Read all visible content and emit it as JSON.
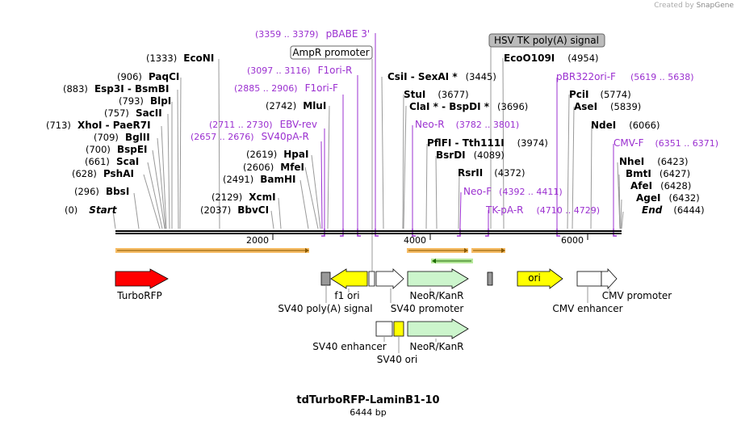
{
  "credit": {
    "prefix": "Created by",
    "brand": "SnapGene"
  },
  "plasmid": {
    "name": "tdTurboRFP-LaminB1-10",
    "length": "6444 bp"
  },
  "ruler_ticks": [
    "2000",
    "4000",
    "6000"
  ],
  "enzymes": [
    {
      "name": "Start",
      "pos": "(0)"
    },
    {
      "name": "BbsI",
      "pos": "(296)"
    },
    {
      "name": "PshAI",
      "pos": "(628)"
    },
    {
      "name": "ScaI",
      "pos": "(661)"
    },
    {
      "name": "BspEI",
      "pos": "(700)"
    },
    {
      "name": "BglII",
      "pos": "(709)"
    },
    {
      "name": "XhoI - PaeR7I",
      "pos": "(713)"
    },
    {
      "name": "SacII",
      "pos": "(757)"
    },
    {
      "name": "BlpI",
      "pos": "(793)"
    },
    {
      "name": "Esp3I - BsmBI",
      "pos": "(883)"
    },
    {
      "name": "PaqCI",
      "pos": "(906)"
    },
    {
      "name": "EcoNI",
      "pos": "(1333)"
    },
    {
      "name": "BbvCI",
      "pos": "(2037)"
    },
    {
      "name": "XcmI",
      "pos": "(2129)"
    },
    {
      "name": "BamHI",
      "pos": "(2491)"
    },
    {
      "name": "MfeI",
      "pos": "(2606)"
    },
    {
      "name": "HpaI",
      "pos": "(2619)"
    },
    {
      "name": "MluI",
      "pos": "(2742)"
    },
    {
      "name": "CsiI - SexAI *",
      "pos": "(3445)"
    },
    {
      "name": "StuI",
      "pos": "(3677)"
    },
    {
      "name": "ClaI * - BspDI *",
      "pos": "(3696)"
    },
    {
      "name": "PflFI - Tth111I",
      "pos": "(3974)"
    },
    {
      "name": "BsrDI",
      "pos": "(4089)"
    },
    {
      "name": "RsrII",
      "pos": "(4372)"
    },
    {
      "name": "EcoO109I",
      "pos": "(4954)"
    },
    {
      "name": "PciI",
      "pos": "(5774)"
    },
    {
      "name": "AseI",
      "pos": "(5839)"
    },
    {
      "name": "NdeI",
      "pos": "(6066)"
    },
    {
      "name": "NheI",
      "pos": "(6423)"
    },
    {
      "name": "BmtI",
      "pos": "(6427)"
    },
    {
      "name": "AfeI",
      "pos": "(6428)"
    },
    {
      "name": "AgeI",
      "pos": "(6432)"
    },
    {
      "name": "End",
      "pos": "(6444)"
    }
  ],
  "primers": [
    {
      "name": "pBABE 3'",
      "range": "(3359 .. 3379)"
    },
    {
      "name": "F1ori-R",
      "range": "(3097 .. 3116)"
    },
    {
      "name": "F1ori-F",
      "range": "(2885 .. 2906)"
    },
    {
      "name": "EBV-rev",
      "range": "(2711 .. 2730)"
    },
    {
      "name": "SV40pA-R",
      "range": "(2657 .. 2676)"
    },
    {
      "name": "Neo-R",
      "range": "(3782 .. 3801)"
    },
    {
      "name": "Neo-F",
      "range": "(4392 .. 4411)"
    },
    {
      "name": "TK-pA-R",
      "range": "(4710 .. 4729)"
    },
    {
      "name": "pBR322ori-F",
      "range": "(5619 .. 5638)"
    },
    {
      "name": "CMV-F",
      "range": "(6351 .. 6371)"
    }
  ],
  "boxed_labels": {
    "ampr": "AmpR promoter",
    "hsv": "HSV TK poly(A) signal"
  },
  "features": {
    "turborfp": "TurboRFP",
    "f1ori": "f1 ori",
    "sv40pa": "SV40 poly(A) signal",
    "sv40promoter": "SV40 promoter",
    "neokan1": "NeoR/KanR",
    "ori": "ori",
    "cmvpromoter": "CMV promoter",
    "cmvenhancer": "CMV enhancer",
    "sv40enhancer": "SV40 enhancer",
    "sv40ori": "SV40 ori",
    "neokan2": "NeoR/KanR"
  },
  "colors": {
    "primer": "#9b30d0",
    "turborfp": "#ff0000",
    "f1ori": "#ffff00",
    "neo": "#ccf5cc",
    "ori": "#ffff00",
    "orf": "#f5b04a"
  }
}
